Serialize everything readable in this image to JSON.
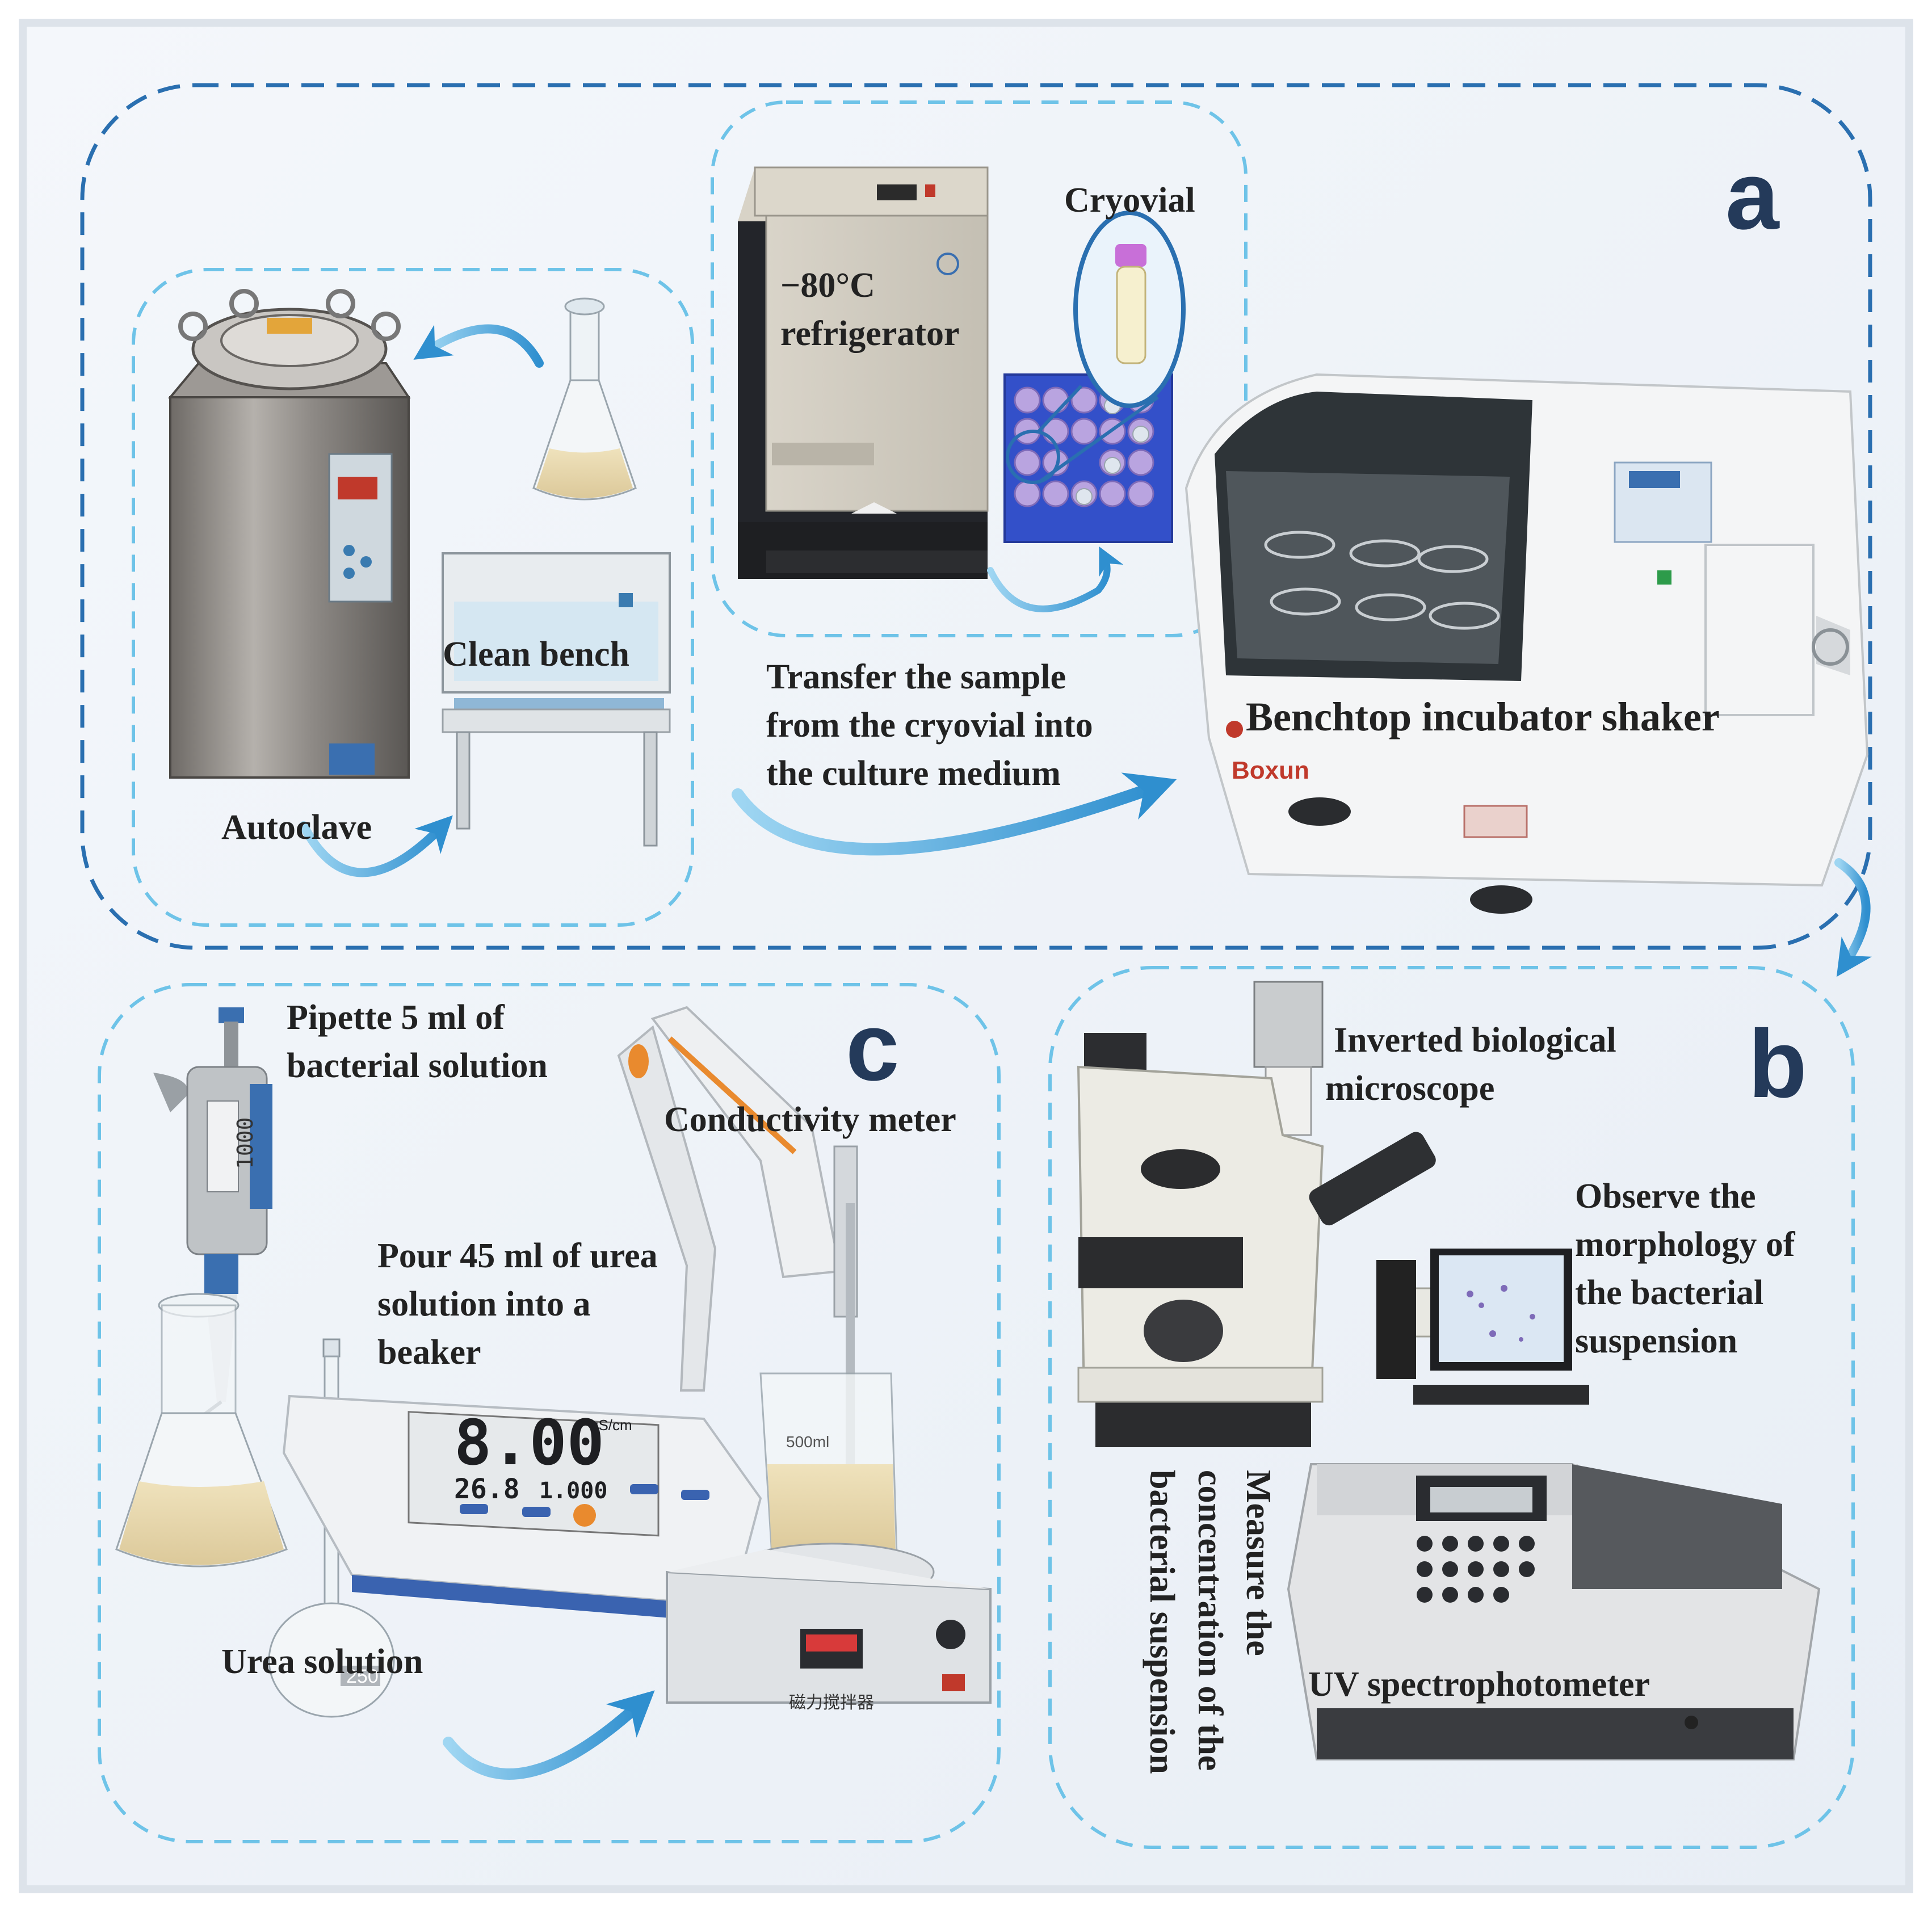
{
  "panels": {
    "a": {
      "letter": "a",
      "labels": {
        "refrigerator_1": "−80°C",
        "refrigerator_2": "refrigerator",
        "cryovial": "Cryovial",
        "clean_bench": "Clean bench",
        "autoclave": "Autoclave",
        "transfer_1": "Transfer the sample",
        "transfer_2": "from the cryovial into",
        "transfer_3": "the culture medium",
        "shaker": "Benchtop incubator shaker",
        "brand": "Boxun"
      }
    },
    "b": {
      "letter": "b",
      "labels": {
        "microscope_1": "Inverted biological",
        "microscope_2": "microscope",
        "observe_1": "Observe the",
        "observe_2": "morphology of",
        "observe_3": "the bacterial",
        "observe_4": "suspension",
        "measure_1": "Measure the",
        "measure_2": "concentration of the",
        "measure_3": "bacterial suspension",
        "uv": "UV spectrophotometer"
      }
    },
    "c": {
      "letter": "c",
      "labels": {
        "pipette_1": "Pipette 5 ml of",
        "pipette_2": "bacterial solution",
        "conductivity": "Conductivity meter",
        "pour_1": "Pour 45 ml of urea",
        "pour_2": "solution into a",
        "pour_3": "beaker",
        "urea": "Urea solution"
      },
      "device_text": {
        "pipette_volume": "1000",
        "meter_reading": "8.00",
        "meter_unit": "uS/cm",
        "meter_temp": "26.8",
        "meter_const": "1.000",
        "beaker_volume": "500ml",
        "flask_volume": "250",
        "stirrer_label": "磁力搅拌器"
      }
    }
  },
  "colors": {
    "panel_background": "#eef3f8",
    "dashed_dark": "#2a6fb0",
    "dashed_light": "#6ec3e8",
    "arrow": "#4aa8dc",
    "letters": "#243a5a"
  }
}
